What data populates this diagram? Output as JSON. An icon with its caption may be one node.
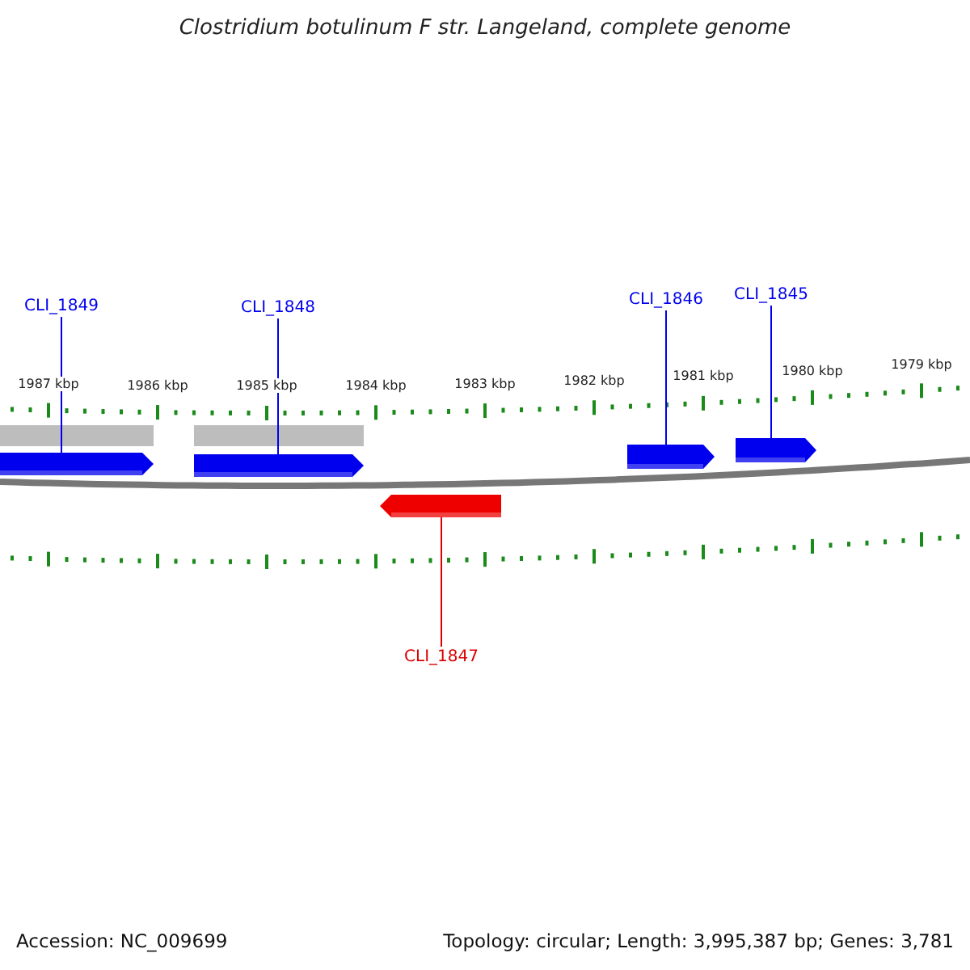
{
  "diagram": {
    "title": "Clostridium botulinum F str. Langeland, complete genome",
    "nodes": [
      {
        "text": [
          "CLI_1849"
        ]
      },
      {
        "text": [],
        "shape": "arrow"
      },
      {
        "text": [
          "CLI_1848"
        ]
      },
      {
        "text": [],
        "shape": "arrow"
      },
      {
        "text": [
          "CLI_1846"
        ]
      },
      {
        "text": [],
        "shape": "arrow"
      },
      {
        "text": [
          "CLI_1845"
        ]
      },
      {
        "text": [],
        "shape": "arrow"
      },
      {
        "text": [
          "CLI_1847"
        ]
      },
      {
        "text": [],
        "shape": "arrow"
      }
    ],
    "edges": [
      {
        "from": 0,
        "to": 1,
        "arrow": "none"
      },
      {
        "from": 2,
        "to": 3,
        "arrow": "none"
      },
      {
        "from": 4,
        "to": 5,
        "arrow": "none"
      },
      {
        "from": 6,
        "to": 7,
        "arrow": "none"
      },
      {
        "from": 8,
        "to": 9,
        "arrow": "none",
        "color": "#dd0000"
      }
    ],
    "labels": [
      "1987 kbp",
      "1986 kbp",
      "1985 kbp",
      "1984 kbp",
      "1983 kbp",
      "1982 kbp",
      "1981 kbp",
      "1980 kbp",
      "1979 kbp",
      "Accession: NC_009699",
      "Topology: circular; Length: 3,995,387 bp; Genes: 3,781"
    ]
  }
}
